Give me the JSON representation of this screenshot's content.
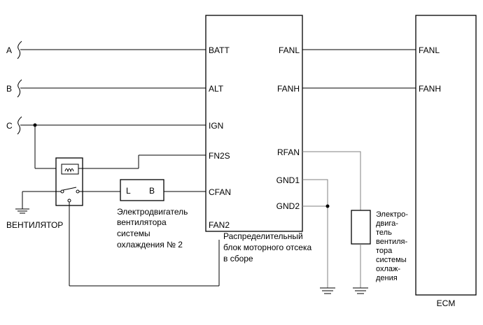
{
  "inputs": [
    {
      "id": "a",
      "label": "A"
    },
    {
      "id": "b",
      "label": "B"
    },
    {
      "id": "c",
      "label": "C"
    }
  ],
  "junction_block": {
    "left_pins": {
      "batt": "BATT",
      "alt": "ALT",
      "ign": "IGN",
      "fn2s": "FN2S",
      "cfan": "CFAN",
      "fan2": "FAN2"
    },
    "right_pins": {
      "fanl": "FANL",
      "fanh": "FANH",
      "rfan": "RFAN",
      "gnd1": "GND1",
      "gnd2": "GND2"
    },
    "caption_lines": [
      "Распределительный",
      "блок моторного отсека",
      "в сборе"
    ]
  },
  "ecm": {
    "label": "ECM",
    "pins": {
      "fanl": "FANL",
      "fanh": "FANH"
    }
  },
  "fan_motor_2": {
    "terminal_l": "L",
    "terminal_b": "B",
    "caption_lines": [
      "Электродвигатель",
      "вентилятора",
      "системы",
      "охлаждения № 2"
    ]
  },
  "fan_relay": {
    "label": "ВЕНТИЛЯТОР"
  },
  "fan_motor_1": {
    "caption_lines": [
      "Электро-",
      "двига-",
      "тель",
      "вентиля-",
      "тора",
      "системы",
      "охлаж-",
      "дения"
    ]
  }
}
